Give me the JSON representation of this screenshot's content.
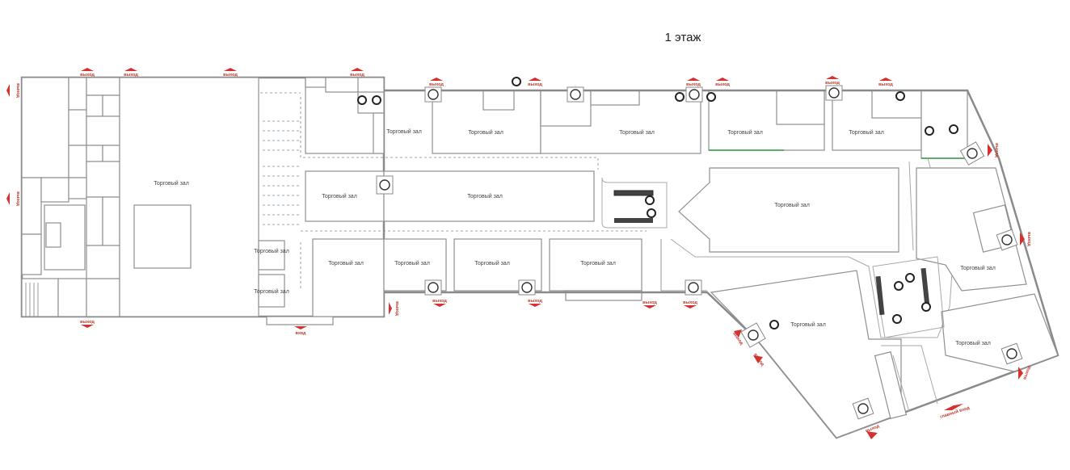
{
  "floor_title": "1 этаж",
  "room_label": "Торговый зал",
  "exit_label": "выход",
  "entrance_label": "вход",
  "main_entrance_label": "главный вход",
  "stairs_icon": "stairs-icon",
  "elevator_icon": "elevator-icon",
  "escalator_icon": "escalator-icon",
  "colors": {
    "exit": "#d63030",
    "wall": "#8a8a8a",
    "green_line": "#2e9a3e"
  }
}
